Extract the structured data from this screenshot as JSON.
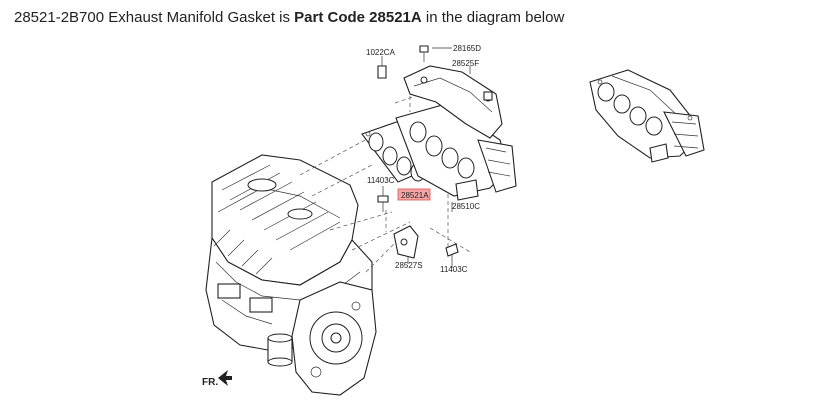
{
  "caption": {
    "prefix": "28521-2B700 Exhaust Manifold Gasket is ",
    "bold": "Part Code 28521A",
    "suffix": " in the diagram below"
  },
  "callouts": {
    "c1022CA": "1022CA",
    "c28165D": "28165D",
    "c28525F": "28525F",
    "c11403C_a": "11403C",
    "c28521A": "28521A",
    "c28510C": "28510C",
    "c28527S": "28527S",
    "c11403C_b": "11403C",
    "fr": "FR."
  },
  "colors": {
    "highlight_fill": "#f4a6a6",
    "highlight_stroke": "#d9534f",
    "line": "#222222"
  }
}
